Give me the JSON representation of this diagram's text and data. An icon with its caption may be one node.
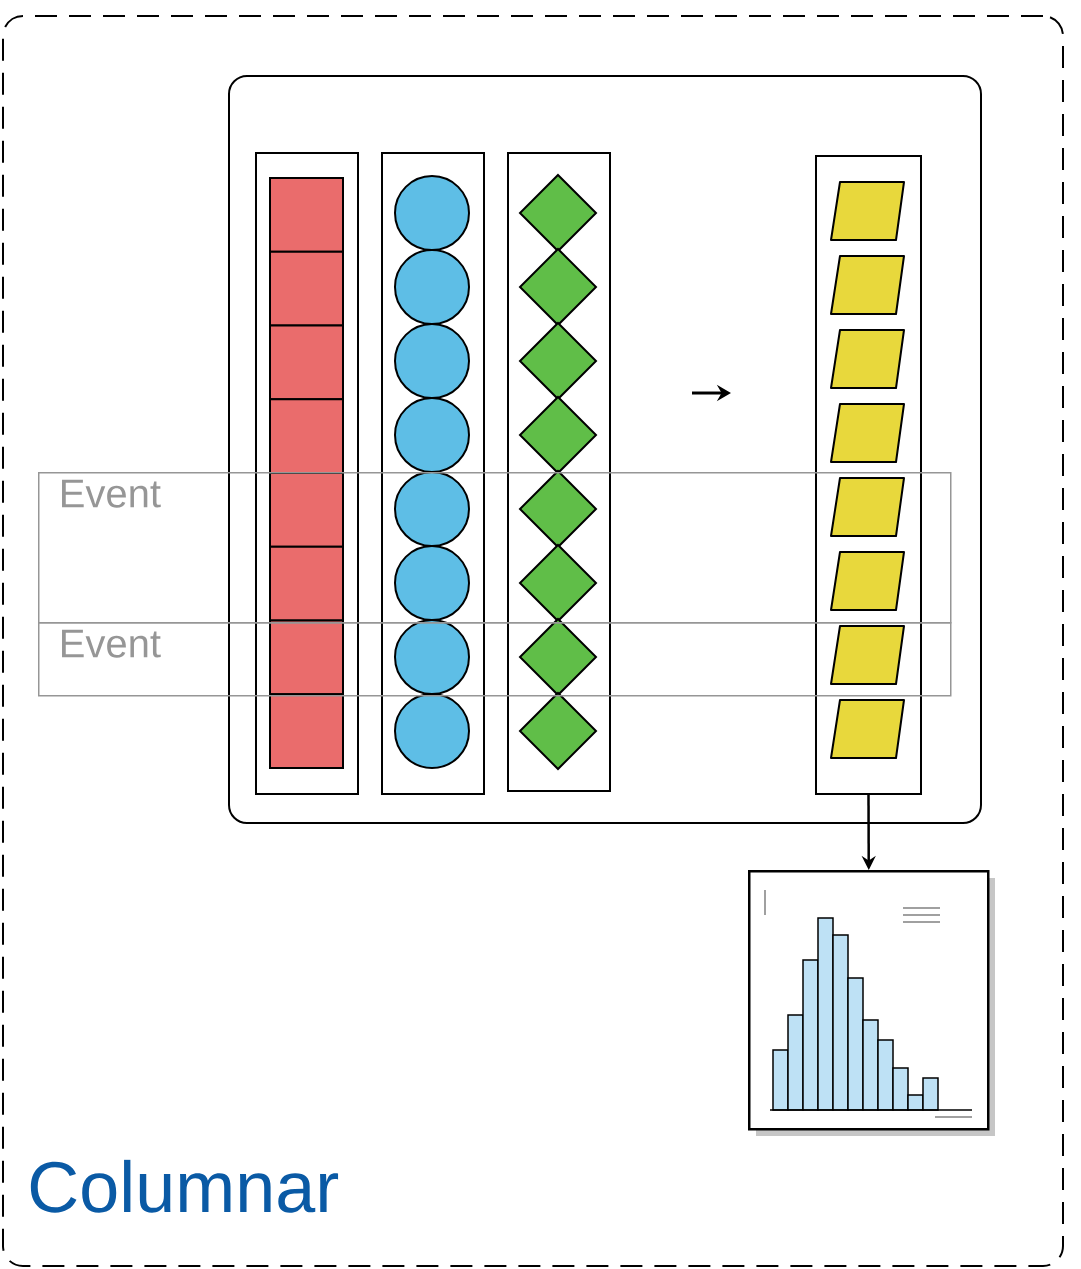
{
  "diagram": {
    "nodes": [
      {
        "text": [
          "Columnar"
        ]
      },
      {
        "text": [],
        "shape": "box",
        "in": 0
      },
      {
        "text": [],
        "shape": "box",
        "in": 1
      },
      {
        "text": [],
        "shape": "box",
        "in": 1
      },
      {
        "text": [],
        "shape": "box",
        "in": 1
      },
      {
        "text": [],
        "shape": "box",
        "in": 1
      },
      {
        "text": [
          "Event"
        ],
        "in": 0
      },
      {
        "text": [
          "Event"
        ],
        "in": 0
      },
      {
        "text": [],
        "shape": "chart",
        "in": 0
      }
    ],
    "edges": [
      {
        "from": 5,
        "to": 8,
        "arrow": "to"
      }
    ]
  }
}
